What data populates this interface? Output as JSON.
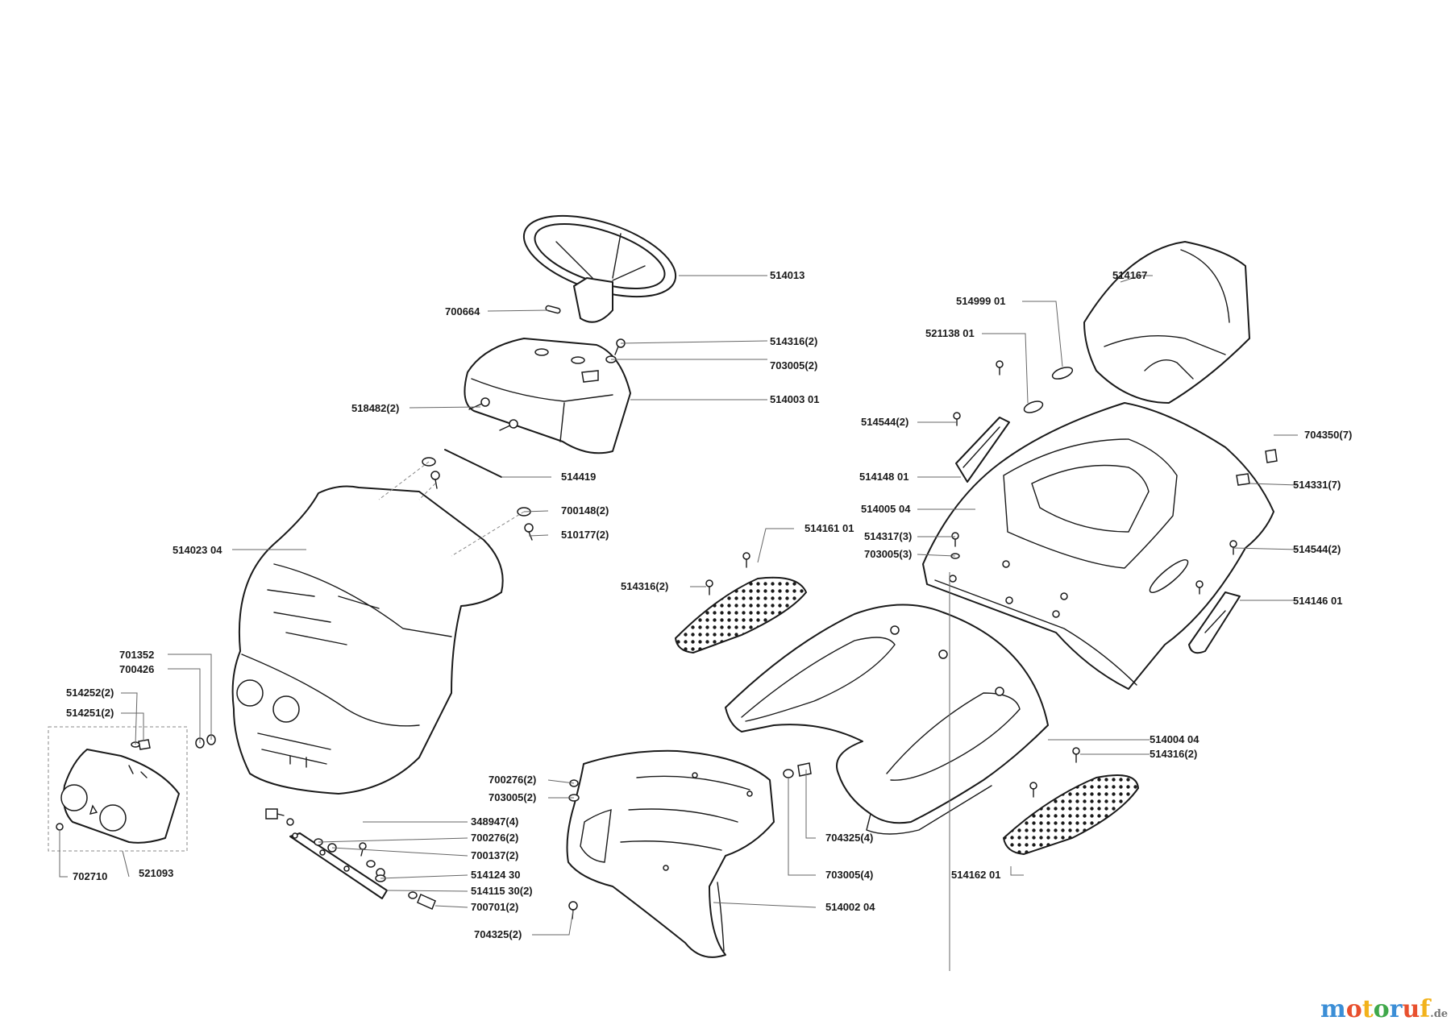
{
  "labels": {
    "steering_wheel": "514013",
    "roll_pin": "700664",
    "screw_dash": "514316(2)",
    "washer_dash": "703005(2)",
    "dashboard": "514003 01",
    "screw_518482": "518482(2)",
    "rod": "514419",
    "washer_700148": "700148(2)",
    "bolt_510177": "510177(2)",
    "hood": "514023 04",
    "part_701352": "701352",
    "part_700426": "700426",
    "part_514252": "514252(2)",
    "part_514251": "514251(2)",
    "screw_702710": "702710",
    "headlight_assembly": "521093",
    "bolt_348947": "348947(4)",
    "washer_700276_bracket": "700276(2)",
    "nut_700137": "700137(2)",
    "bracket_514124": "514124 30",
    "bracket_514115": "514115 30(2)",
    "bolt_700701": "700701(2)",
    "nut_700276_front": "700276(2)",
    "washer_703005_front": "703005(2)",
    "screw_704325_left": "704325(2)",
    "bolt_704325_right": "704325(4)",
    "washer_703005_right": "703005(4)",
    "front_panel": "514002 04",
    "seat": "514167",
    "plug_514999": "514999 01",
    "plug_521138": "521138 01",
    "screw_514544_top": "514544(2)",
    "cover_514148": "514148 01",
    "fender": "514005 04",
    "screw_514317": "514317(3)",
    "washer_703005_fender": "703005(3)",
    "bolt_704350": "704350(7)",
    "clip_514331": "514331(7)",
    "screw_514544_right": "514544(2)",
    "cover_514146": "514146 01",
    "footplate_left": "514161 01",
    "screw_514316_left": "514316(2)",
    "footboard": "514004 04",
    "screw_514316_right": "514316(2)",
    "footplate_right": "514162 01"
  },
  "watermark": {
    "letters": [
      "m",
      "o",
      "t",
      "o",
      "r",
      "u",
      "f"
    ],
    "letter_colors": [
      "#3b8ed6",
      "#e8502e",
      "#f2b21b",
      "#3fa84a",
      "#3b8ed6",
      "#e8502e",
      "#f2b21b"
    ],
    "suffix": ".de"
  }
}
